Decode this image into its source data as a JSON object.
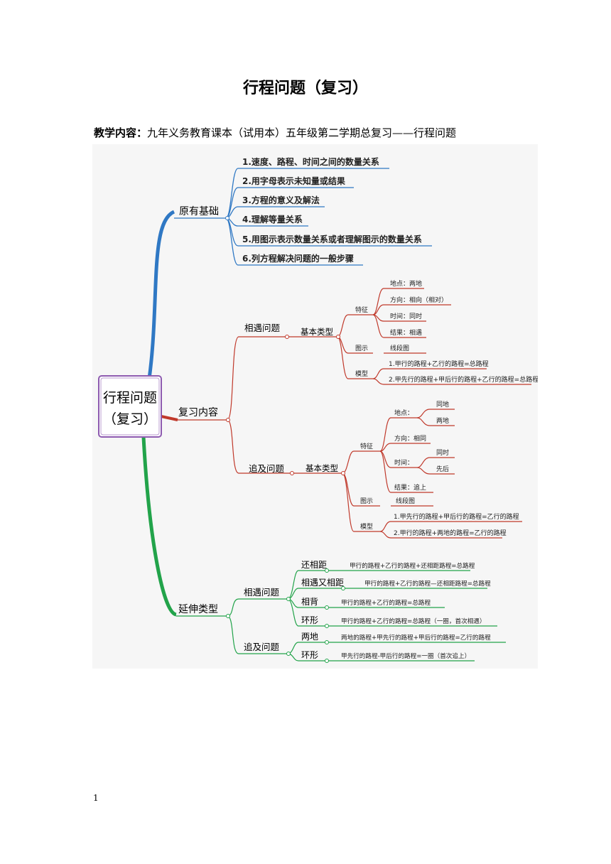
{
  "title": "行程问题（复习）",
  "content_label": "教学内容：",
  "content_text": "九年义务教育课本（试用本）五年级第二学期总复习——行程问题",
  "page_number": "1",
  "mindmap": {
    "root_line1": "行程问题",
    "root_line2": "（复习）",
    "b1": {
      "label": "原有基础",
      "items": [
        "1.速度、路程、时间之间的数量关系",
        "2.用字母表示未知量或结果",
        "3.方程的意义及解法",
        "4.理解等量关系",
        "5.用图示表示数量关系或者理解图示的数量关系",
        "6.列方程解决问题的一般步骤"
      ]
    },
    "b2": {
      "label": "复习内容",
      "meet": {
        "label": "相遇问题",
        "basic": "基本类型",
        "feature": "特征",
        "f_place": "地点：两地",
        "f_dir": "方向：相向（相对）",
        "f_time": "时间：同时",
        "f_result": "结果：相遇",
        "diagram": "图示",
        "diagram_val": "线段图",
        "model": "模型",
        "model1": "1.甲行的路程+乙行的路程=总路程",
        "model2": "2.甲先行的路程+甲后行的路程+乙行的路程=总路程"
      },
      "chase": {
        "label": "追及问题",
        "basic": "基本类型",
        "feature": "特征",
        "place": "地点：",
        "place1": "同地",
        "place2": "两地",
        "dir": "方向：相同",
        "time": "时间：",
        "time1": "同时",
        "time2": "先后",
        "result": "结果：追上",
        "diagram": "图示",
        "diagram_val": "线段图",
        "model": "模型",
        "model1": "1.甲先行的路程+甲后行的路程=乙行的路程",
        "model2": "2.甲行的路程+两地的路程=乙行的路程"
      }
    },
    "b3": {
      "label": "延伸类型",
      "meet": {
        "label": "相遇问题",
        "n1": "还相距",
        "n1v": "甲行的路程+乙行的路程+还相距路程=总路程",
        "n2": "相遇又相距",
        "n2v": "甲行的路程+乙行的路程—还相距路程=总路程",
        "n3": "相背",
        "n3v": "甲行的路程+乙行的路程=总路程",
        "n4": "环形",
        "n4v": "甲行的路程+乙行的路程=总路程（一圈，首次相遇）"
      },
      "chase": {
        "label": "追及问题",
        "n1": "两地",
        "n1v": "两地的路程+甲先行的路程+甲后行的路程=乙行的路程",
        "n2": "环形",
        "n2v": "甲先行的路程-甲后行的路程=一圈（首次追上）"
      }
    },
    "colors": {
      "blue": "#2f78c4",
      "red": "#c0392b",
      "green": "#22a34a",
      "root_border": "#8e5bb0"
    }
  }
}
